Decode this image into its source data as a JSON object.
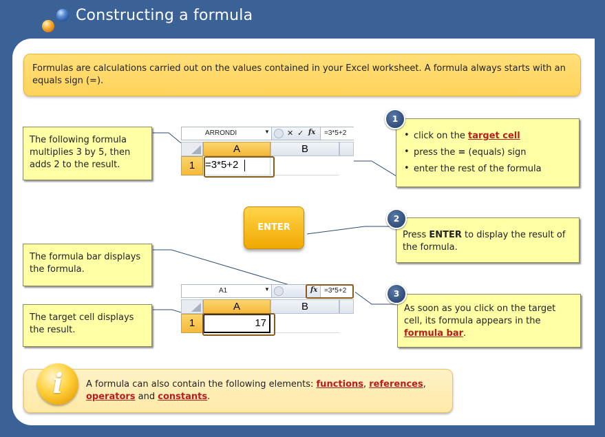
{
  "header": {
    "title": "Constructing a formula"
  },
  "intro": {
    "text": "Formulas are calculations carried out on the values contained in your Excel worksheet. A formula always starts with an equals sign (=)."
  },
  "notes": {
    "multiply": "The following formula multiplies 3 by 5, then adds 2 to the result.",
    "formula_bar": "The formula bar displays the formula.",
    "target_cell": "The target cell displays the result."
  },
  "steps": {
    "step1": {
      "number": "1",
      "b1_prefix": "click on the ",
      "b1_link": "target cell",
      "b2_prefix": "press the ",
      "b2_bold": "=",
      "b2_suffix": " (equals) sign",
      "b3": "enter the rest of the formula"
    },
    "step2": {
      "number": "2",
      "prefix": "Press ",
      "bold": "ENTER",
      "suffix": " to display the result of the formula."
    },
    "step3": {
      "number": "3",
      "prefix": "As soon as you click on the target cell, its formula appears in the ",
      "link": "formula bar",
      "suffix": "."
    }
  },
  "enter_button": {
    "label": "ENTER"
  },
  "excel_top": {
    "name_box": "ARRONDI",
    "cancel_glyph": "✕",
    "enter_glyph": "✓",
    "fx": "fx",
    "formula": "=3*5+2",
    "col_a": "A",
    "col_b": "B",
    "row": "1",
    "cell_value": "=3*5+2"
  },
  "excel_bottom": {
    "name_box": "A1",
    "fx": "fx",
    "formula": "=3*5+2",
    "col_a": "A",
    "col_b": "B",
    "row": "1",
    "cell_value": "17"
  },
  "info": {
    "prefix": "A formula can also contain the following elements: ",
    "link1": "functions",
    "sep1": ", ",
    "link2": "references",
    "sep2": ",",
    "link3": "operators",
    "sep3": " and ",
    "link4": "constants",
    "suffix": "."
  },
  "colors": {
    "background": "#3a6297",
    "note_yellow": "#ffffa6",
    "link_red": "#b81d1d",
    "callout_brown": "#8b5a16"
  }
}
